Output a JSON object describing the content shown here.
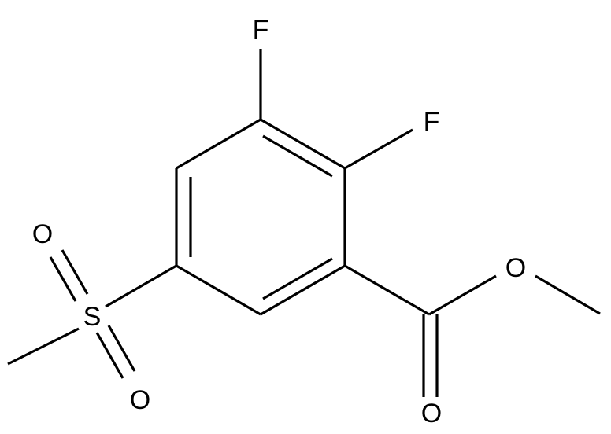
{
  "atoms": {
    "F_top": "F",
    "F_right": "F",
    "O_ester": "O",
    "O_carbonyl": "O",
    "S": "S",
    "O_sulfonyl_top": "O",
    "O_sulfonyl_bottom": "O"
  }
}
